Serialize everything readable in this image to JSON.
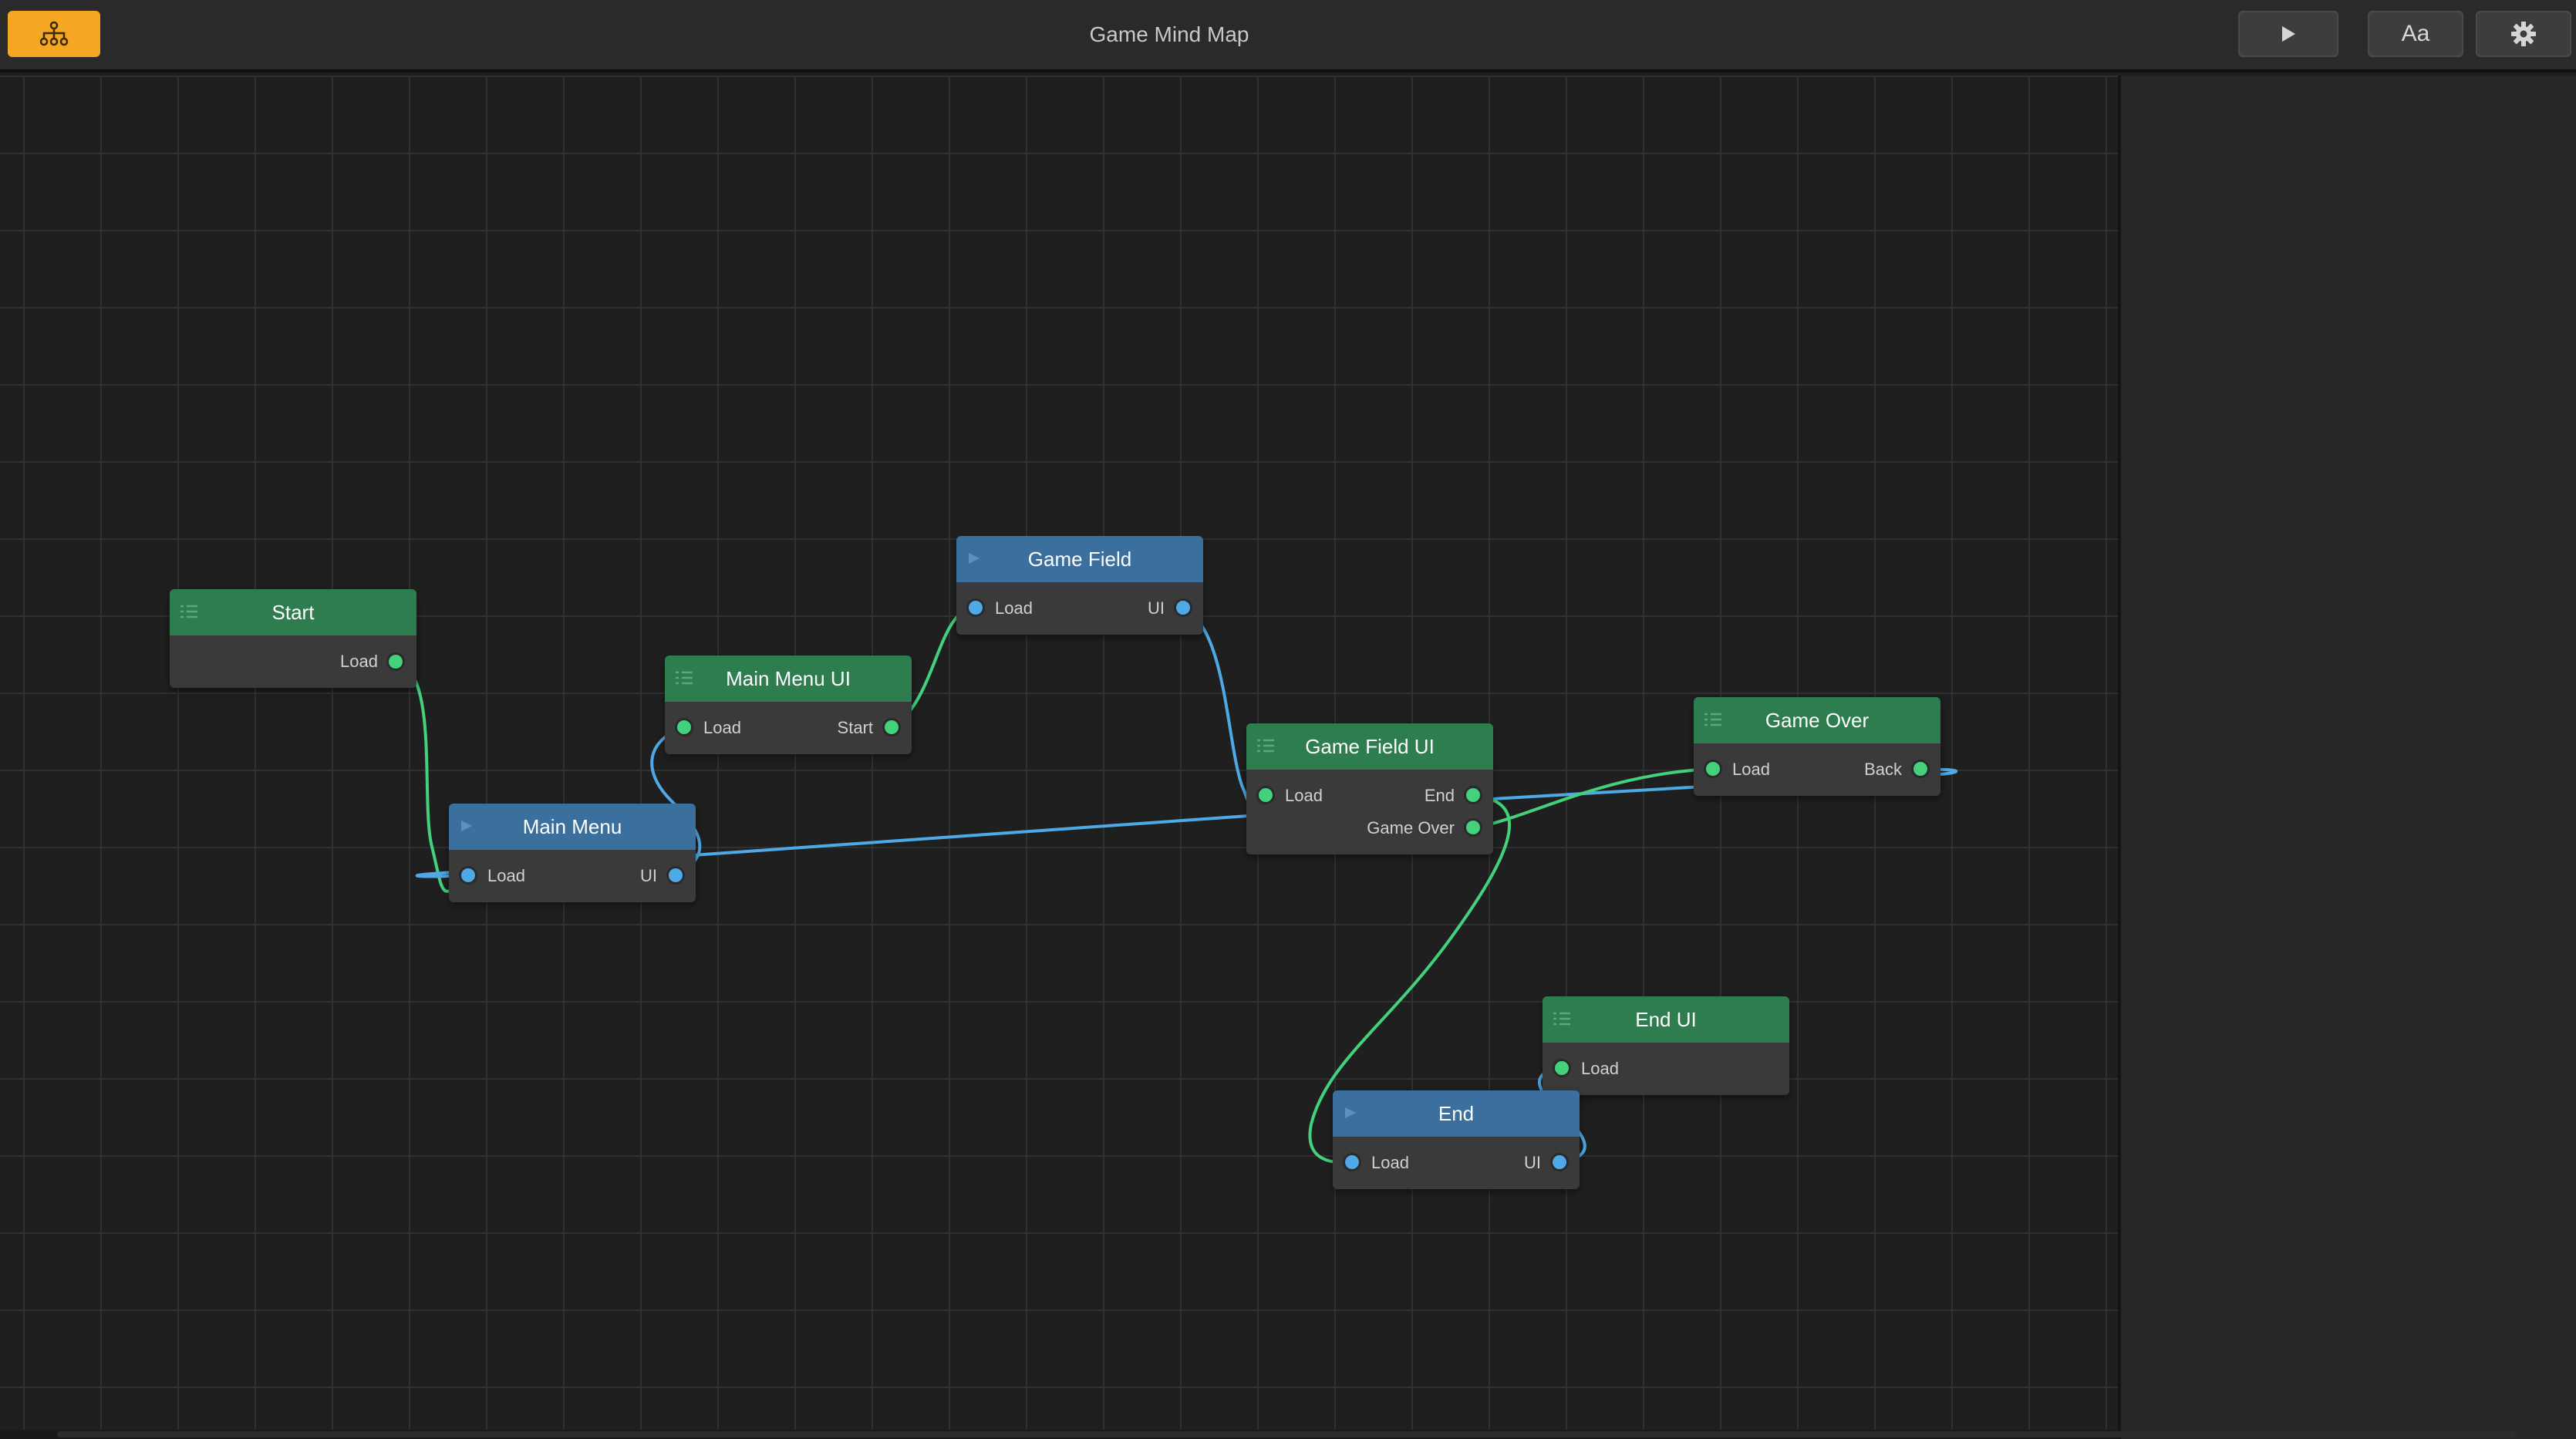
{
  "app": {
    "title": "Game Mind Map"
  },
  "toolbar": {
    "app_icon": "node-tree-icon",
    "play_icon": "play-icon",
    "font_label": "Aa",
    "settings_icon": "gear-icon",
    "accent_color": "#f5a623"
  },
  "colors": {
    "green_node": "#2e7d4f",
    "blue_node": "#3b6f9e",
    "green_wire": "#43d17b",
    "blue_wire": "#4ea9e6"
  },
  "nodes": {
    "start": {
      "title": "Start",
      "type": "green",
      "ports": {
        "load": "Load"
      }
    },
    "main_menu": {
      "title": "Main Menu",
      "type": "blue",
      "ports": {
        "load": "Load",
        "ui": "UI"
      }
    },
    "main_menu_ui": {
      "title": "Main Menu UI",
      "type": "green",
      "ports": {
        "load": "Load",
        "start": "Start"
      }
    },
    "game_field": {
      "title": "Game Field",
      "type": "blue",
      "ports": {
        "load": "Load",
        "ui": "UI"
      }
    },
    "game_field_ui": {
      "title": "Game Field UI",
      "type": "green",
      "ports": {
        "load": "Load",
        "end": "End",
        "game_over": "Game Over"
      }
    },
    "game_over": {
      "title": "Game Over",
      "type": "green",
      "ports": {
        "load": "Load",
        "back": "Back"
      }
    },
    "end_ui": {
      "title": "End UI",
      "type": "green",
      "ports": {
        "load": "Load"
      }
    },
    "end": {
      "title": "End",
      "type": "blue",
      "ports": {
        "load": "Load",
        "ui": "UI"
      }
    }
  }
}
